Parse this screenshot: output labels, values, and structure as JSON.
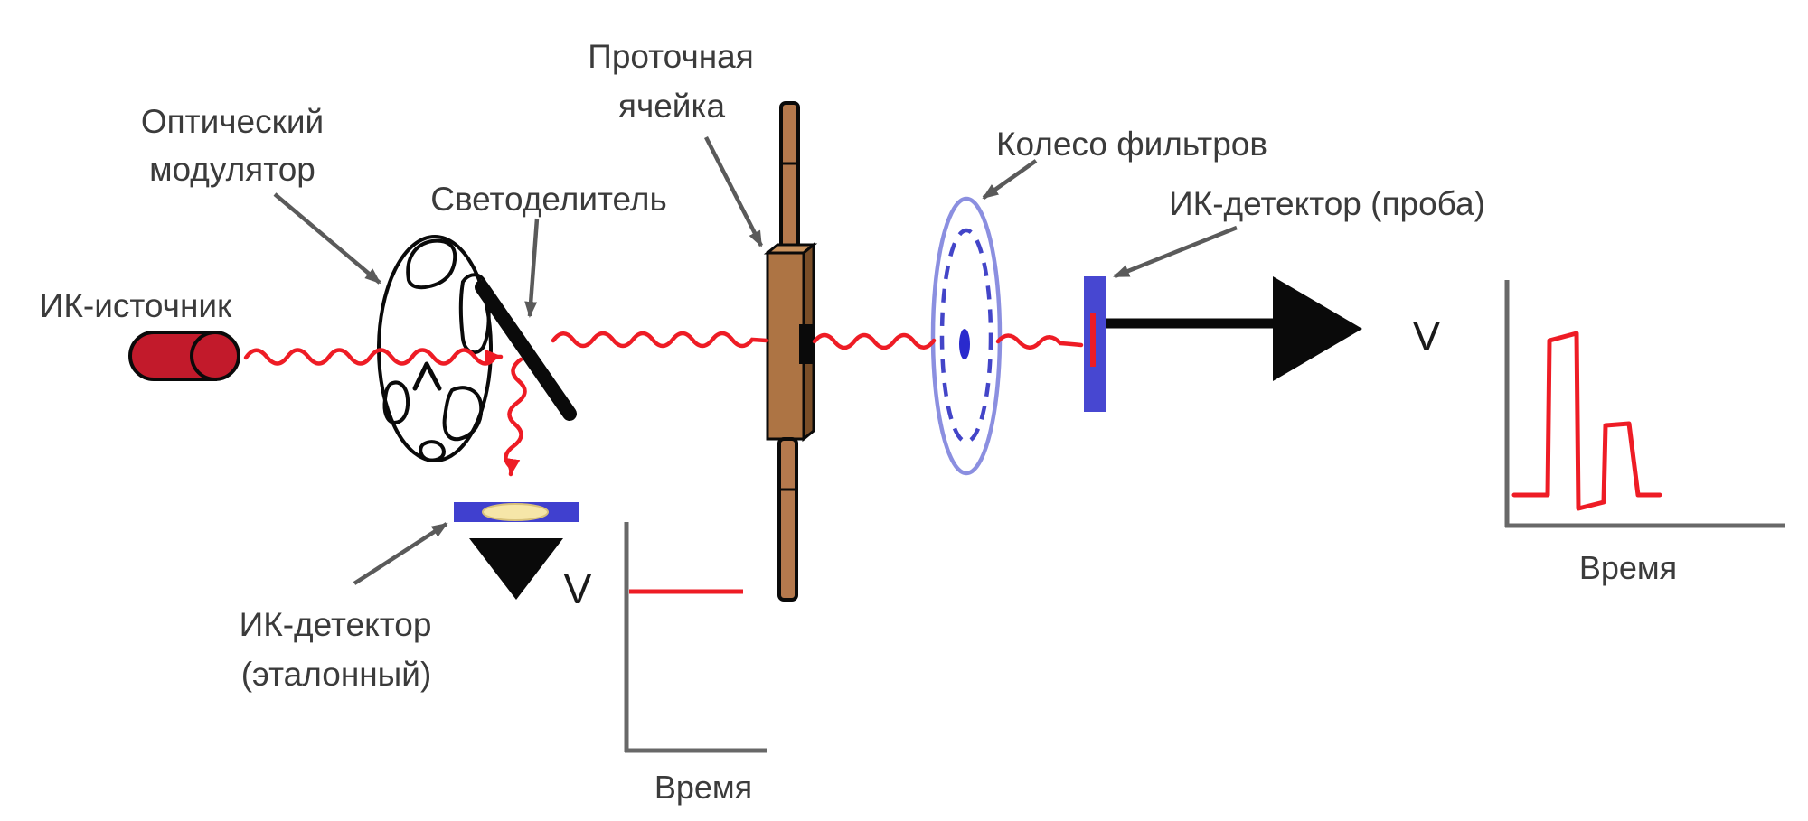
{
  "diagram_labels": {
    "ir_source": "ИК-источник",
    "optical_modulator_line1": "Оптический",
    "optical_modulator_line2": "модулятор",
    "beamsplitter": "Светоделитель",
    "flow_cell_line1": "Проточная",
    "flow_cell_line2": "ячейка",
    "filter_wheel": "Колесо фильтров",
    "sample_detector": "ИК-детектор (проба)",
    "reference_detector_line1": "ИК-детектор",
    "reference_detector_line2": "(эталонный)"
  },
  "reference_plot": {
    "ylabel": "V",
    "xlabel": "Время"
  },
  "sample_plot": {
    "ylabel": "V",
    "xlabel": "Время"
  },
  "colors": {
    "beam_red": "#ee1c25",
    "source_red": "#c21a2b",
    "cell_brown_front": "#ad7444",
    "cell_brown_side": "#7a4e28",
    "cell_brown_top": "#c9925e",
    "tube_brown": "#b5794d",
    "detector_blue": "#4747d1",
    "reference_bar_blue": "#4040cf",
    "window_cream": "#f6e6a8",
    "filter_wheel_outer_blue": "#8b8fe0",
    "filter_wheel_inner_blue": "#4345c8",
    "filter_hub_blue": "#2a2acd",
    "label_arrow_gray": "#5a5a5a",
    "axis_gray": "#686868",
    "text_gray": "#3b3b3b",
    "black": "#0a0a0a"
  },
  "chart_data": [
    {
      "type": "line",
      "xlabel": "Время",
      "ylabel": "V",
      "x_range": [
        0,
        1
      ],
      "y_range": [
        0,
        1
      ],
      "grid": false,
      "legend": "none",
      "series": [
        {
          "name": "reference-detector-signal",
          "points": [
            [
              0.01,
              0.7
            ],
            [
              0.83,
              0.7
            ]
          ]
        }
      ]
    },
    {
      "type": "line",
      "xlabel": "Время",
      "ylabel": "V",
      "x_range": [
        0,
        1
      ],
      "y_range": [
        0,
        1
      ],
      "grid": false,
      "legend": "none",
      "series": [
        {
          "name": "sample-detector-signal",
          "points": [
            [
              0.03,
              0.125
            ],
            [
              0.14,
              0.125
            ],
            [
              0.15,
              0.76
            ],
            [
              0.25,
              0.79
            ],
            [
              0.26,
              0.07
            ],
            [
              0.35,
              0.1
            ],
            [
              0.36,
              0.41
            ],
            [
              0.44,
              0.42
            ],
            [
              0.47,
              0.125
            ],
            [
              0.55,
              0.125
            ]
          ]
        }
      ]
    }
  ]
}
